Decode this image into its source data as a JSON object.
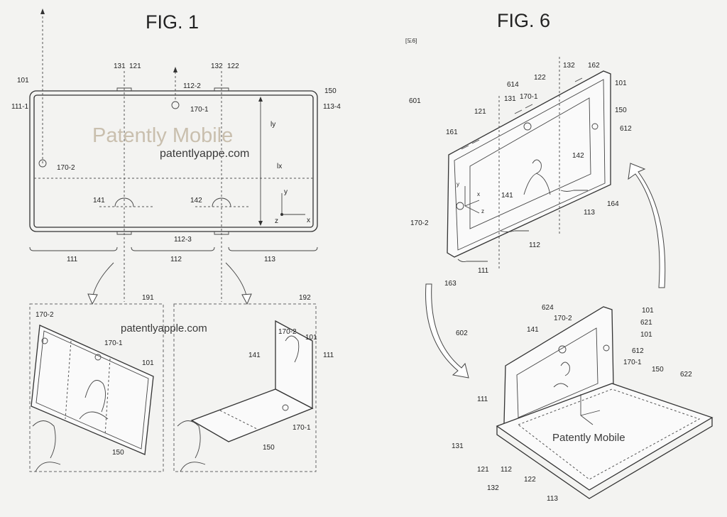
{
  "fig1": {
    "title": "FIG. 1",
    "watermark_brand": "Patently Mobile",
    "watermark_url": "patentlyappe.com",
    "watermark_url_2": "patentlyapple.com",
    "labels": [
      "101",
      "111-1",
      "131",
      "121",
      "112-2",
      "132",
      "122",
      "150",
      "113-4",
      "170-1",
      "ly",
      "170-2",
      "lx",
      "141",
      "142",
      "y",
      "x",
      "z",
      "112-3",
      "111",
      "112",
      "113"
    ],
    "sub_labels": [
      "191",
      "170-2",
      "170-1",
      "101",
      "150",
      "192",
      "170-2",
      "101",
      "111",
      "141",
      "170-1",
      "150"
    ]
  },
  "fig6": {
    "title": "FIG. 6",
    "header_tag": "[도6]",
    "watermark_brand": "Patently Mobile",
    "labels_601": [
      "601",
      "121",
      "131",
      "614",
      "170-1",
      "122",
      "132",
      "162",
      "101",
      "150",
      "612",
      "161",
      "142",
      "141",
      "170-2",
      "y",
      "x",
      "z",
      "113",
      "164",
      "112",
      "111",
      "163"
    ],
    "labels_602": [
      "602",
      "624",
      "170-2",
      "101",
      "621",
      "101",
      "141",
      "612",
      "170-1",
      "150",
      "622",
      "111",
      "131",
      "121",
      "112",
      "122",
      "132",
      "113"
    ]
  }
}
